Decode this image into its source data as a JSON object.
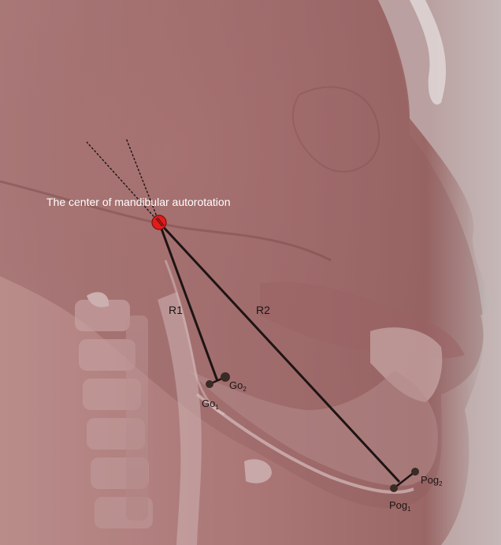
{
  "caption": "The center of mandibular autorotation",
  "radius_labels": {
    "r1": "R1",
    "r2": "R2"
  },
  "landmarks": {
    "go1": {
      "base": "Go",
      "sub": "1"
    },
    "go2": {
      "base": "Go",
      "sub": "2"
    },
    "pog1": {
      "base": "Pog",
      "sub": "1"
    },
    "pog2": {
      "base": "Pog",
      "sub": "2"
    }
  },
  "colors": {
    "overlay_tint": "#8f5a5a",
    "rotation_center": "#e31b1b",
    "lines": "#1e1414",
    "caption": "#ffffff"
  }
}
